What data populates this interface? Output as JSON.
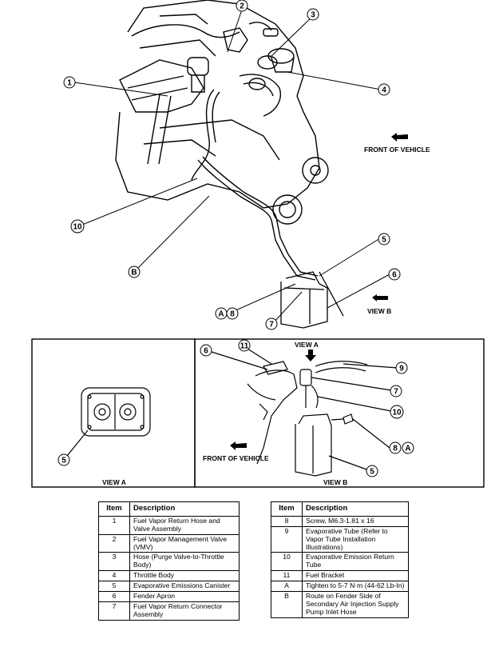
{
  "header": {
    "front_of_vehicle_top": "FRONT OF VEHICLE",
    "view_b_top": "VIEW B"
  },
  "callouts_main": [
    "1",
    "2",
    "3",
    "4",
    "5",
    "6",
    "7",
    "8",
    "10",
    "A",
    "B"
  ],
  "view_a": {
    "title": "VIEW A",
    "callout": "5"
  },
  "view_b": {
    "title": "VIEW B",
    "inner_view_a": "VIEW A",
    "front_of_vehicle": "FRONT OF VEHICLE",
    "callouts": [
      "6",
      "11",
      "9",
      "7",
      "10",
      "8",
      "A",
      "5"
    ]
  },
  "legend": {
    "col_item": "Item",
    "col_desc": "Description",
    "left_rows": [
      {
        "item": "1",
        "desc": "Fuel Vapor Return Hose and Valve Assembly"
      },
      {
        "item": "2",
        "desc": "Fuel Vapor Management Valve (VMV)"
      },
      {
        "item": "3",
        "desc": "Hose (Purge Valve-to-Throttle Body)"
      },
      {
        "item": "4",
        "desc": "Throttle Body"
      },
      {
        "item": "5",
        "desc": "Evaporative Emissions Canister"
      },
      {
        "item": "6",
        "desc": "Fender Apron"
      },
      {
        "item": "7",
        "desc": "Fuel Vapor Return Connector Assembly"
      }
    ],
    "right_rows": [
      {
        "item": "8",
        "desc": "Screw, M6.3-1.81 x 16"
      },
      {
        "item": "9",
        "desc": "Evaporative Tube (Refer to Vapor Tube Installation Illustrations)"
      },
      {
        "item": "10",
        "desc": "Evaporative Emission Return Tube"
      },
      {
        "item": "11",
        "desc": "Fuel Bracket"
      },
      {
        "item": "A",
        "desc": "Tighten to 5-7 N·m (44-62 Lb-In)"
      },
      {
        "item": "B",
        "desc": "Route on Fender Side of Secondary Air Injection Supply Pump Inlet Hose"
      }
    ]
  }
}
